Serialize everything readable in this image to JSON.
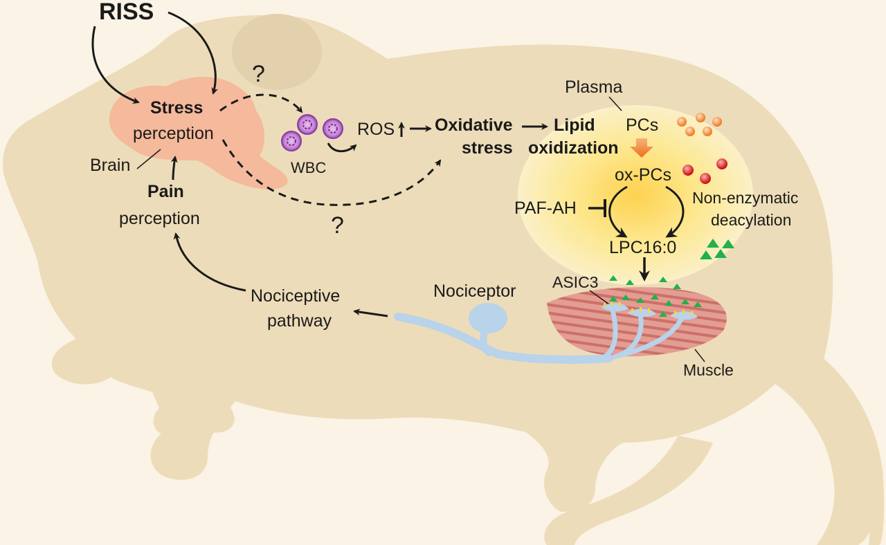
{
  "labels": {
    "riss": "RISS",
    "stress": "Stress",
    "perception": "perception",
    "brain": "Brain",
    "pain": "Pain",
    "pain_perception": "perception",
    "question": "?",
    "wbc": "WBC",
    "ros": "ROS",
    "oxidative": "Oxidative",
    "stress2": "stress",
    "lipid": "Lipid",
    "oxidization": "oxidization",
    "plasma": "Plasma",
    "pcs": "PCs",
    "ox_pcs": "ox-PCs",
    "paf_ah": "PAF-AH",
    "non_enzymatic": "Non-enzymatic",
    "deacylation": "deacylation",
    "lpc": "LPC16:0",
    "asic3": "ASIC3",
    "nociceptor": "Nociceptor",
    "nociceptive": "Nociceptive",
    "pathway": "pathway",
    "muscle": "Muscle"
  },
  "colors": {
    "background": "#faf3e6",
    "mouse_body": "#eddcb9",
    "brain": "#f5b99b",
    "plasma_glow": "#fde27a",
    "pc_orange": "#f08a3c",
    "ox_pc_red": "#d41f1f",
    "lpc_green": "#22b14c",
    "nociceptor_blue": "#b8d3ea",
    "muscle": "#d98a84",
    "wbc_purple": "#b46bc8"
  }
}
